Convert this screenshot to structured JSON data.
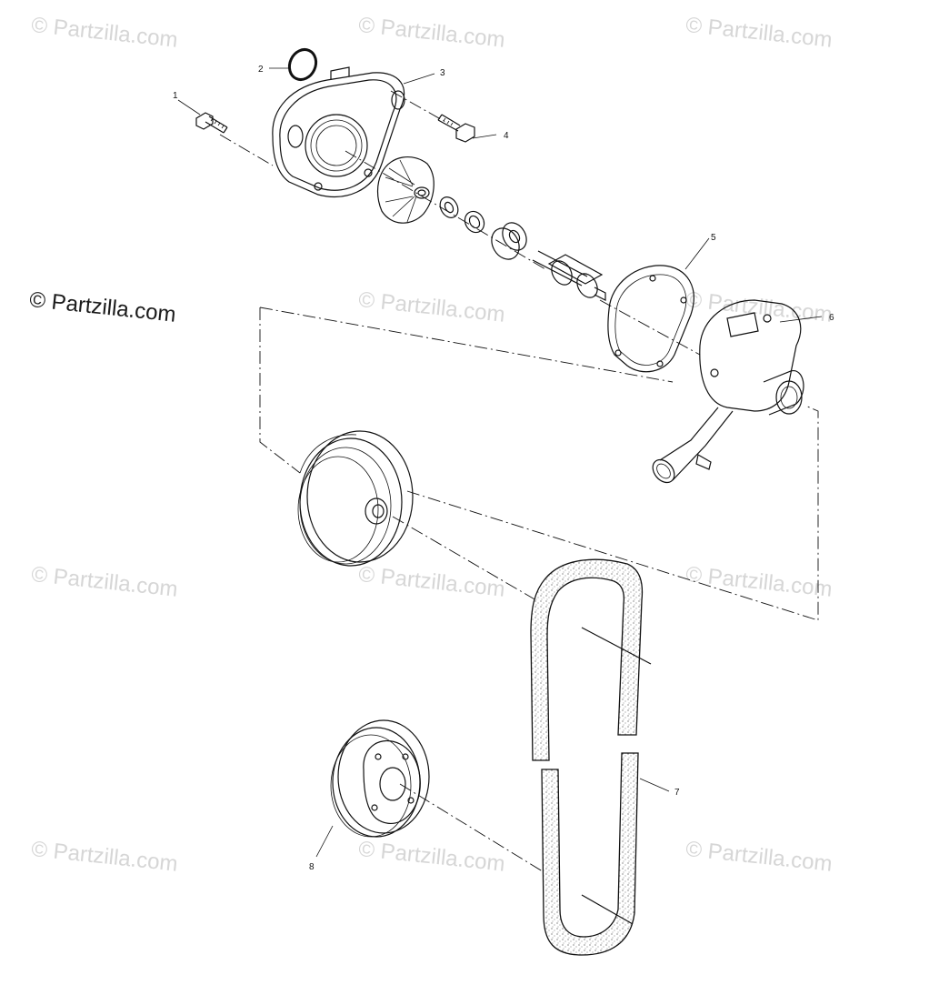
{
  "watermark": {
    "text": "© Partzilla.com"
  },
  "main_watermark": {
    "text": "© Partzilla.com"
  },
  "callouts": [
    {
      "id": "1",
      "label": "1"
    },
    {
      "id": "2",
      "label": "2"
    },
    {
      "id": "3",
      "label": "3"
    },
    {
      "id": "4",
      "label": "4"
    },
    {
      "id": "5",
      "label": "5"
    },
    {
      "id": "6",
      "label": "6"
    },
    {
      "id": "7",
      "label": "7"
    },
    {
      "id": "8",
      "label": "8"
    }
  ]
}
